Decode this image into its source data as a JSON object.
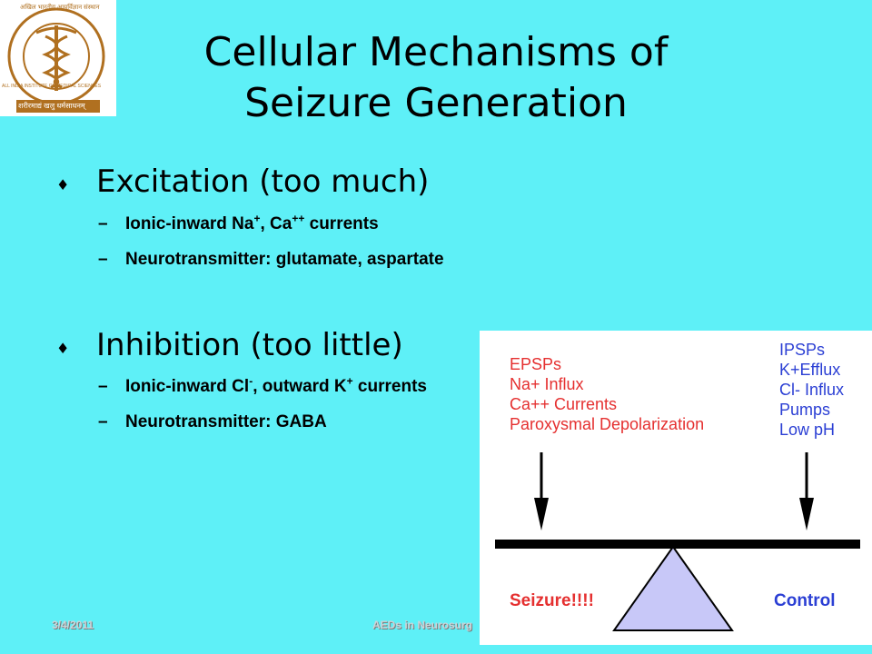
{
  "logo": {
    "top_text": "अखिल भारतीय आयुर्विज्ञान संस्थान",
    "side_text": "ALL INDIA INSTITUTE OF MEDICAL SCIENCES",
    "motto": "शरीरमाद्यं खलु धर्मसाधनम्"
  },
  "title": {
    "line1": "Cellular Mechanisms of",
    "line2": "Seizure Generation"
  },
  "excitation": {
    "heading": "Excitation (too much)",
    "sub1_prefix": "Ionic-inward Na",
    "sub1_sup1": "+",
    "sub1_mid": ", Ca",
    "sub1_sup2": "++",
    "sub1_suffix": " currents",
    "sub2": "Neurotransmitter: glutamate, aspartate"
  },
  "inhibition": {
    "heading": "Inhibition (too little)",
    "sub1_prefix": "Ionic-inward Cl",
    "sub1_sup1": "-",
    "sub1_mid": ", outward K",
    "sub1_sup2": "+",
    "sub1_suffix": " currents",
    "sub2": "Neurotransmitter: GABA"
  },
  "bullet_glyph": "♦",
  "dash_glyph": "–",
  "figure": {
    "left_items": [
      "EPSPs",
      "Na+ Influx",
      "Ca++ Currents",
      "Paroxysmal Depolarization"
    ],
    "right_items": [
      "IPSPs",
      "K+Efflux",
      "Cl- Influx",
      "Pumps",
      "Low pH"
    ],
    "left_label": "Seizure!!!!",
    "right_label": "Control",
    "left_color": "#e53030",
    "right_color": "#2b3fd4",
    "fulcrum_color": "#c8c8f8"
  },
  "footer": {
    "date": "3/4/2011",
    "center": "AEDs in Neurosurg"
  }
}
